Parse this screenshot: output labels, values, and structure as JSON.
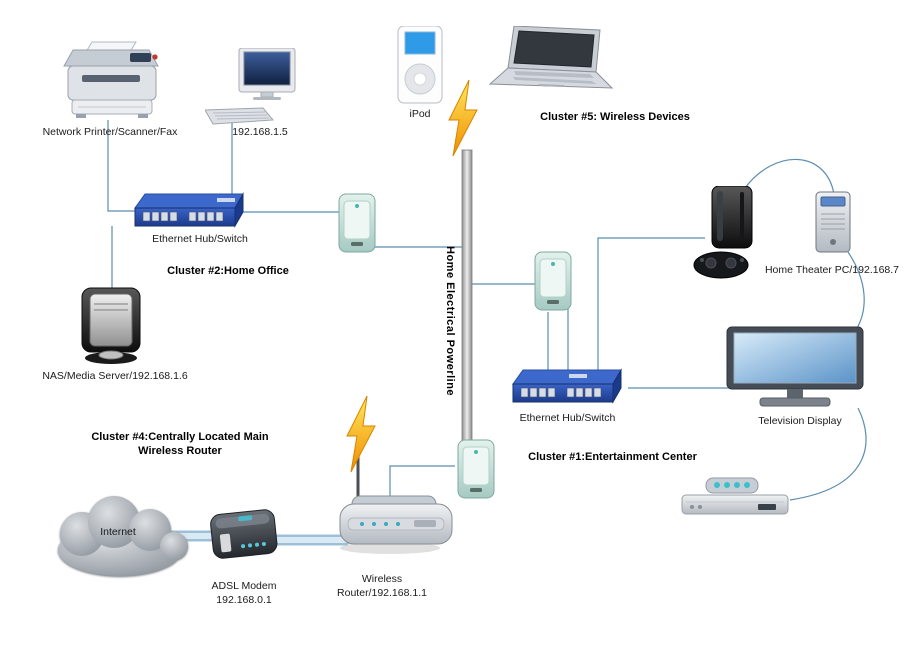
{
  "diagram": {
    "title": "Home network powerline diagram",
    "background": "#ffffff",
    "wire_color": "#5b8db0",
    "cable_color": "#aecde2",
    "powerline_bar_color": "#c0c0c0",
    "bolt_colors": {
      "top": "#ffe14d",
      "bottom": "#f08c00"
    },
    "switch_color": "#2c55b8",
    "adapter_color": "#cfe7e2",
    "labels": {
      "printer": "Network Printer/Scanner/Fax",
      "desktop_ip": "192.168.1.5",
      "ipod": "iPod",
      "cluster5": "Cluster #5: Wireless Devices",
      "hub_left": "Ethernet Hub/Switch",
      "cluster2": "Cluster #2:Home Office",
      "nas": "NAS/Media Server/192.168.1.6",
      "powerline": "Home Electrical Powerline",
      "htpc": "Home Theater PC/192.168.7",
      "hub_right": "Ethernet Hub/Switch",
      "cluster1": "Cluster #1:Entertainment Center",
      "tv": "Television Display",
      "cluster4_line1": "Cluster #4:Centrally Located Main",
      "cluster4_line2": "Wireless Router",
      "internet": "Internet",
      "modem_line1": "ADSL Modem",
      "modem_line2": "192.168.0.1",
      "router_line1": "Wireless",
      "router_line2": "Router/192.168.1.1"
    },
    "devices": [
      {
        "id": "network-printer",
        "type": "multifunction-printer"
      },
      {
        "id": "desktop-192-168-1-5",
        "type": "desktop-computer"
      },
      {
        "id": "ipod",
        "type": "media-player-handheld"
      },
      {
        "id": "wireless-laptop",
        "type": "laptop"
      },
      {
        "id": "ethernet-hub-left",
        "type": "ethernet-switch"
      },
      {
        "id": "powerline-adapter-1",
        "type": "powerline-adapter"
      },
      {
        "id": "powerline-adapter-2",
        "type": "powerline-adapter"
      },
      {
        "id": "powerline-adapter-3",
        "type": "powerline-adapter"
      },
      {
        "id": "nas-media-server",
        "type": "nas"
      },
      {
        "id": "playstation-3",
        "type": "game-console"
      },
      {
        "id": "home-theater-pc",
        "type": "small-form-pc"
      },
      {
        "id": "ethernet-hub-right",
        "type": "ethernet-switch"
      },
      {
        "id": "television-display",
        "type": "tv"
      },
      {
        "id": "media-player",
        "type": "dvd-player-with-remote"
      },
      {
        "id": "internet-cloud",
        "type": "cloud"
      },
      {
        "id": "adsl-modem",
        "type": "modem"
      },
      {
        "id": "wireless-router",
        "type": "wireless-router"
      }
    ],
    "edges": [
      {
        "from": "network-printer",
        "to": "ethernet-hub-left"
      },
      {
        "from": "desktop-192-168-1-5",
        "to": "ethernet-hub-left"
      },
      {
        "from": "nas-media-server",
        "to": "ethernet-hub-left"
      },
      {
        "from": "ethernet-hub-left",
        "to": "powerline-adapter-1"
      },
      {
        "from": "powerline-adapter-1",
        "to": "home-electrical-powerline"
      },
      {
        "from": "home-electrical-powerline",
        "to": "powerline-adapter-2"
      },
      {
        "from": "powerline-adapter-2",
        "to": "ethernet-hub-right"
      },
      {
        "from": "ethernet-hub-right",
        "to": "playstation-3"
      },
      {
        "from": "playstation-3",
        "to": "home-theater-pc"
      },
      {
        "from": "home-theater-pc",
        "to": "television-display"
      },
      {
        "from": "ethernet-hub-right",
        "to": "television-display"
      },
      {
        "from": "television-display",
        "to": "media-player"
      },
      {
        "from": "home-electrical-powerline",
        "to": "powerline-adapter-3"
      },
      {
        "from": "powerline-adapter-3",
        "to": "wireless-router"
      },
      {
        "from": "internet-cloud",
        "to": "adsl-modem",
        "type": "cable"
      },
      {
        "from": "adsl-modem",
        "to": "wireless-router",
        "type": "cable"
      },
      {
        "from": "wireless-router",
        "to": "wireless-devices",
        "type": "wireless"
      }
    ]
  }
}
